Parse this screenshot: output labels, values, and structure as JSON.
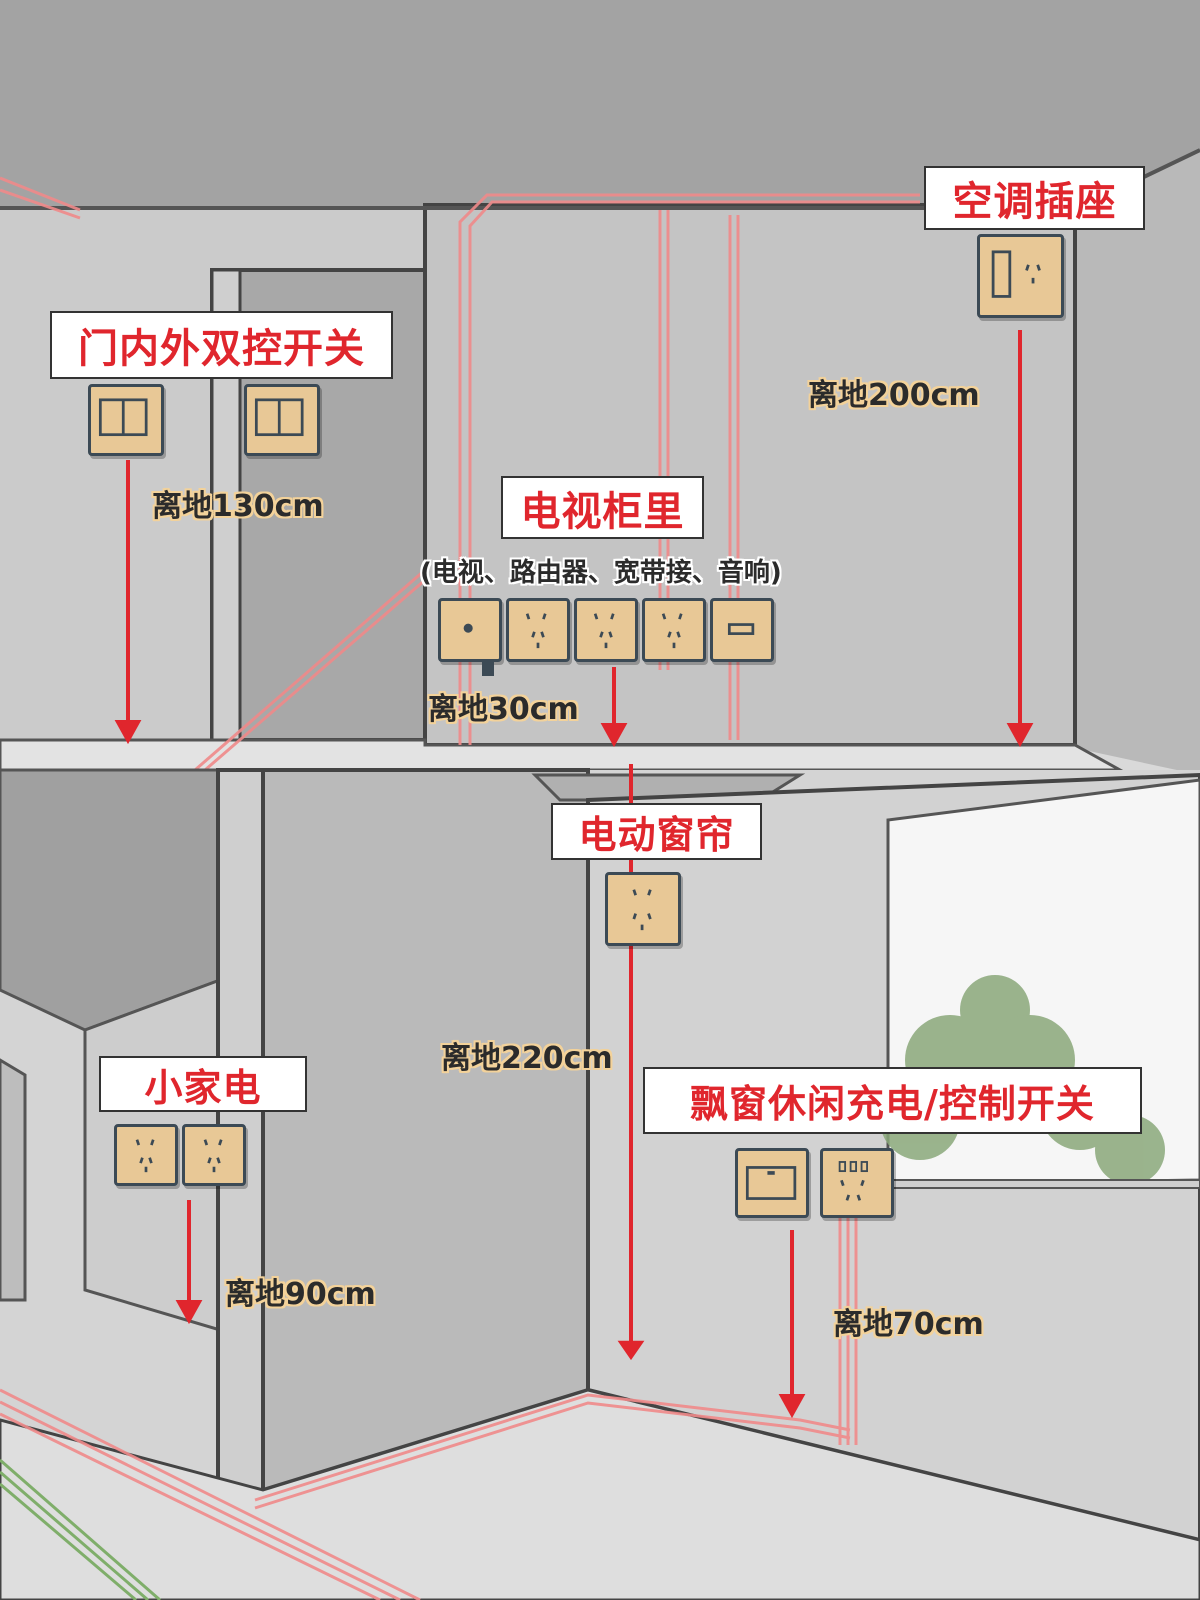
{
  "labels": {
    "door_switch": "门内外双控开关",
    "door_switch_height": "离地130cm",
    "ac_socket": "空调插座",
    "ac_socket_height": "离地200cm",
    "tv_cabinet": "电视柜里",
    "tv_cabinet_note": "(电视、路由器、宽带接、音响)",
    "tv_cabinet_height": "离地30cm",
    "curtain": "电动窗帘",
    "curtain_height": "离地220cm",
    "small_appliance": "小家电",
    "small_appliance_height": "离地90cm",
    "bay_window": "飘窗休闲充电/控制开关",
    "bay_window_height": "离地70cm"
  },
  "colors": {
    "title_text": "#e0262d",
    "arrow": "#e0262d",
    "wire": "#f08a8a",
    "outlet_fill": "#e8c896",
    "outlet_border": "#3c4a55",
    "ceiling": "#a3a3a3",
    "wall": "#c9c9c9",
    "floor": "#dedede"
  },
  "icons": {
    "switch": "double-rocker-switch-icon",
    "socket": "five-hole-socket-icon",
    "tv_jack": "tv-coax-jack-icon",
    "network": "network-port-icon"
  }
}
